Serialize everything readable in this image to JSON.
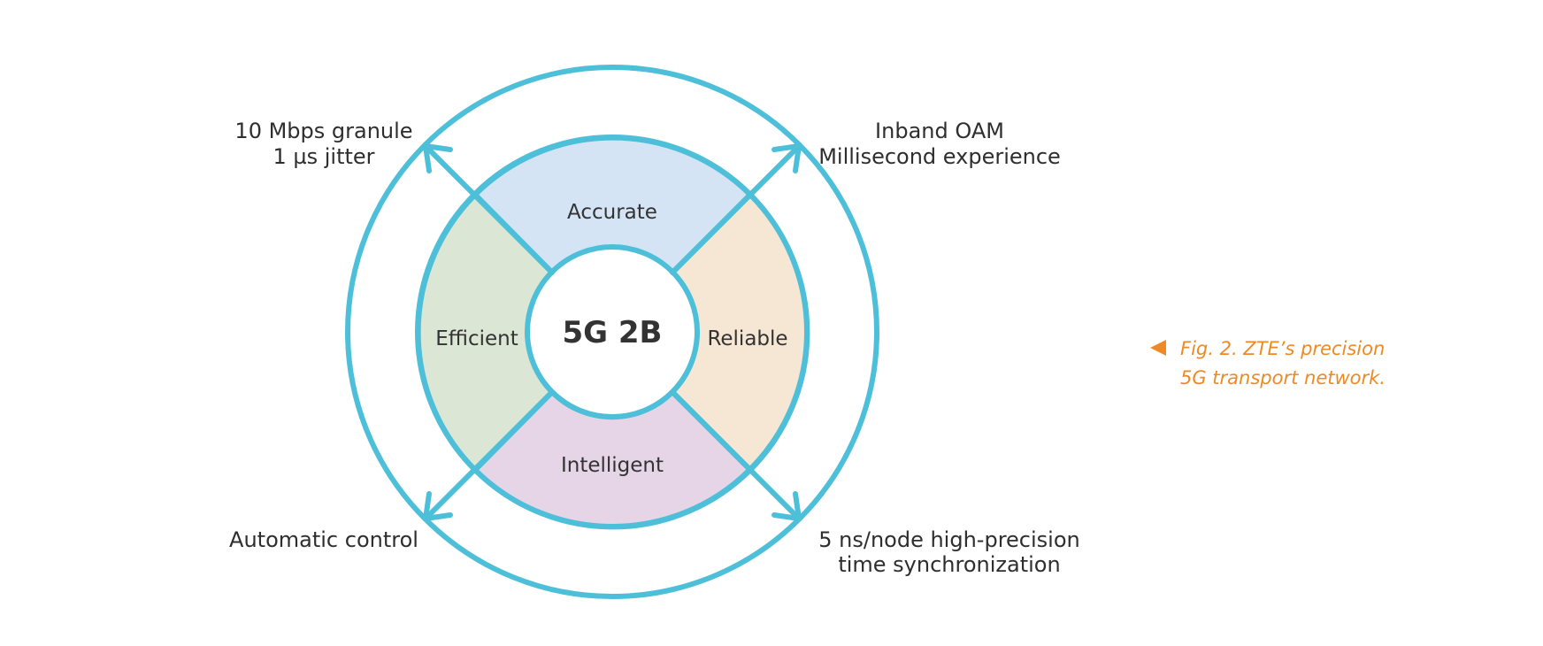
{
  "diagram": {
    "center_label": "5G 2B",
    "segments": {
      "top": "Accurate",
      "right": "Reliable",
      "bottom": "Intelligent",
      "left": "Efficient"
    },
    "callouts": {
      "top_left": [
        "10 Mbps granule",
        "1 µs jitter"
      ],
      "top_right": [
        "Inband OAM",
        "Millisecond experience"
      ],
      "bottom_left": [
        "Automatic control"
      ],
      "bottom_right": [
        "5 ns/node high-precision",
        "time synchronization"
      ]
    },
    "caption": [
      "Fig. 2. ZTE’s precision",
      "5G transport network."
    ]
  },
  "colors": {
    "ring": "#4dbfd9",
    "accurate_fill": "#d4e4f4",
    "reliable_fill": "#f6e6d4",
    "intelligent_fill": "#e5d5e6",
    "efficient_fill": "#dbe6d5",
    "caption": "#ee8a26"
  }
}
